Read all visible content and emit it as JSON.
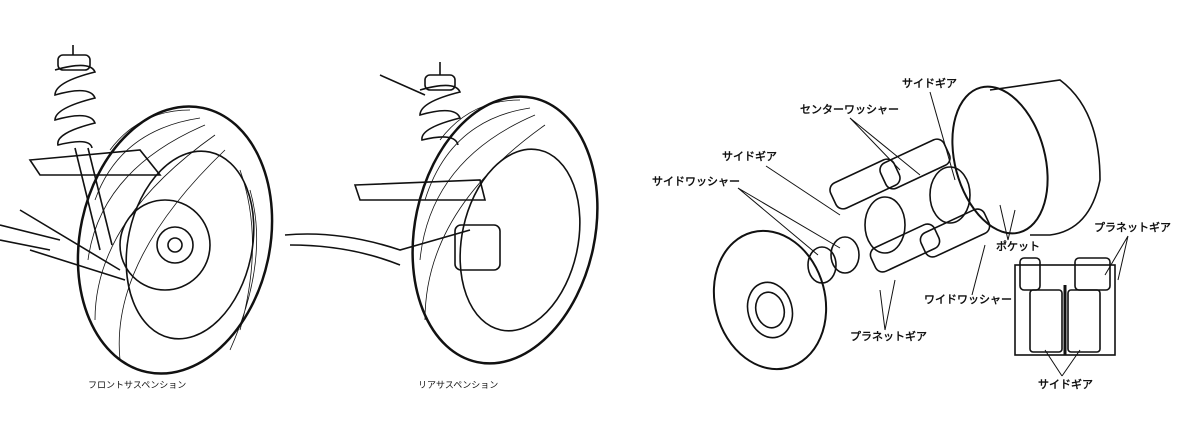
{
  "captions": {
    "front": "フロントサスペンション",
    "rear": "リアサスペンション"
  },
  "differential_labels": {
    "side_gear_top": "サイドギア",
    "center_washer": "センターワッシャー",
    "side_gear_left": "サイドギア",
    "side_washer": "サイドワッシャー",
    "pocket": "ポケット",
    "planet_gear_right": "プラネットギア",
    "wide_washer": "ワイドワッシャー",
    "planet_gear_bottom": "プラネットギア",
    "side_gear_bottom": "サイドギア"
  },
  "colors": {
    "ink": "#111111",
    "background": "#ffffff"
  }
}
